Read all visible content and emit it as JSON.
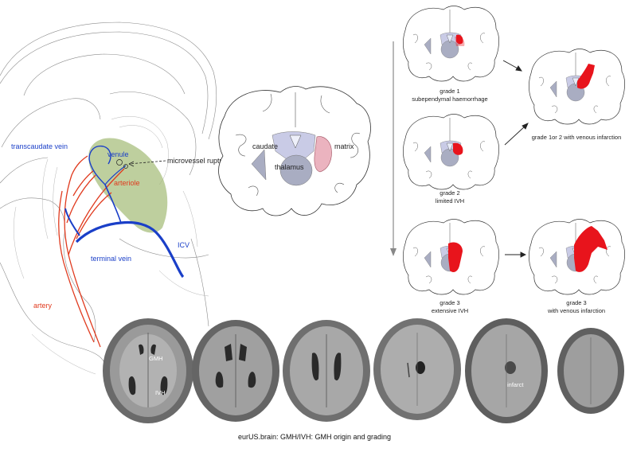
{
  "anatomy": {
    "transcaudate_vein": "transcaudate vein",
    "venule": "venule",
    "microvessel_rupture": "microvessel rupture",
    "arteriole": "arteriole",
    "terminal_vein": "terminal vein",
    "icv": "ICV",
    "artery": "artery"
  },
  "coronal": {
    "caudate": "caudate",
    "thalamus": "thalamus",
    "matrix": "matrix"
  },
  "grades": [
    {
      "line1": "grade 1",
      "line2": "subependymal haemorrhage"
    },
    {
      "line1": "grade 2",
      "line2": "limited IVH"
    },
    {
      "line1": "grade 3",
      "line2": "extensive IVH"
    },
    {
      "line1": "grade 1or 2 with venous infarction",
      "line2": ""
    },
    {
      "line1": "grade 3",
      "line2": "with venous infarction"
    }
  ],
  "mri": {
    "gmh": "GMH",
    "ivh": "IVH",
    "infarct": "infarct"
  },
  "footer": "eurUS.brain: GMH/IVH: GMH origin and grading",
  "colors": {
    "vein": "#1a3fc8",
    "artery": "#e03a1e",
    "matrix_green": "#9bb56a",
    "hemorrhage": "#e8141c",
    "ventricle": "#c9cbe6",
    "thalamus": "#a9adc2"
  }
}
